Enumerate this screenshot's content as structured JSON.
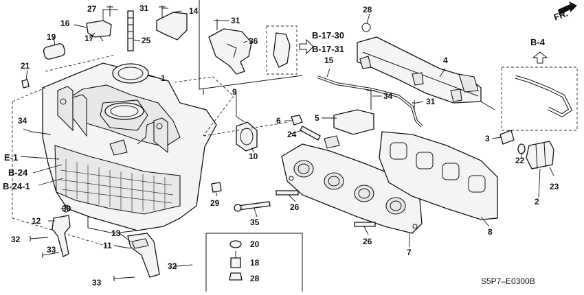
{
  "diagram": {
    "code": "S5P7–E0300B",
    "front_marker": "FR.",
    "refs": {
      "b17_30": "B-17-30",
      "b17_31": "B-17-31",
      "b4": "B-4",
      "e1": "E-1",
      "b24": "B-24",
      "b24_1": "B-24-1"
    },
    "callouts": {
      "p1": "1",
      "p2": "2",
      "p3": "3",
      "p4": "4",
      "p5": "5",
      "p6": "6",
      "p7": "7",
      "p8": "8",
      "p9": "9",
      "p10": "10",
      "p11": "11",
      "p12": "12",
      "p13": "13",
      "p14": "14",
      "p15": "15",
      "p16": "16",
      "p17": "17",
      "p18": "18",
      "p19": "19",
      "p20": "20",
      "p21": "21",
      "p22": "22",
      "p23": "23",
      "p24": "24",
      "p25": "25",
      "p26a": "26",
      "p26b": "26",
      "p27": "27",
      "p28a": "28",
      "p28b": "28",
      "p29": "29",
      "p30": "30",
      "p31a": "31",
      "p31b": "31",
      "p31c": "31",
      "p32a": "32",
      "p32b": "32",
      "p33a": "33",
      "p33b": "33",
      "p34a": "34",
      "p34b": "34",
      "p35": "35",
      "p36": "36"
    }
  }
}
